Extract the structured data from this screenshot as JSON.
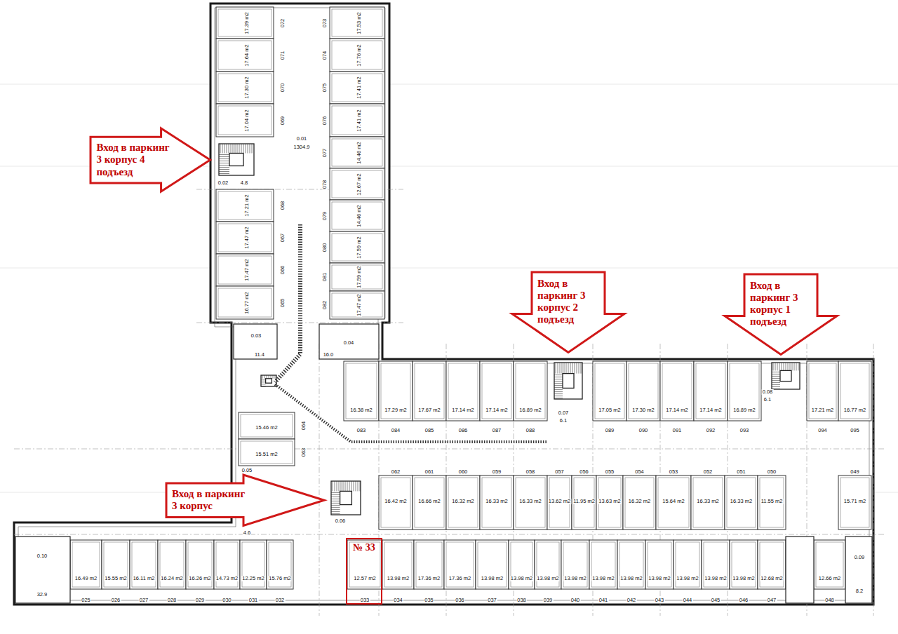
{
  "diagram": {
    "nodes": [
      {
        "text": [
          "Вход в паркинг 3 корпус 4 подъезд"
        ]
      },
      {
        "text": [
          "Вход в паркинг 3 корпус 2 подъезд"
        ]
      },
      {
        "text": [
          "Вход в паркинг 3 корпус 1 подъезд"
        ]
      },
      {
        "text": [
          "Вход в паркинг 3 корпус"
        ]
      },
      {
        "text": [
          "№ 33"
        ]
      }
    ],
    "labels": [
      "17.39 m2",
      "17.64 m2",
      "17.30 m2",
      "17.04 m2",
      "17.21 m2",
      "17.47 m2",
      "17.47 m2",
      "16.77 m2",
      "072",
      "071",
      "070",
      "069",
      "068",
      "067",
      "066",
      "065",
      "073",
      "074",
      "075",
      "076",
      "077",
      "078",
      "079",
      "080",
      "081",
      "082",
      "17.53 m2",
      "17.76 m2",
      "17.41 m2",
      "17.41 m2",
      "14.46 m2",
      "12.67 m2",
      "14.46 m2",
      "17.59 m2",
      "17.59 m2",
      "17.47 m2",
      "0.01",
      "1304.9",
      "0.02",
      "4.8",
      "0.03",
      "11.4",
      "0.04",
      "16.0",
      "16.38 m2",
      "17.29 m2",
      "17.67 m2",
      "17.14 m2",
      "17.14 m2",
      "16.89 m2",
      "17.05 m2",
      "17.30 m2",
      "17.14 m2",
      "17.14 m2",
      "16.89 m2",
      "17.21 m2",
      "16.77 m2",
      "083",
      "084",
      "085",
      "086",
      "087",
      "088",
      "089",
      "090",
      "091",
      "092",
      "093",
      "094",
      "095",
      "0.07",
      "6.1",
      "0.08",
      "6.1",
      "15.46 m2",
      "15.51 m2",
      "064",
      "063",
      "062",
      "061",
      "060",
      "059",
      "058",
      "057",
      "056",
      "055",
      "054",
      "053",
      "052",
      "051",
      "050",
      "049",
      "16.42 m2",
      "16.66 m2",
      "16.32 m2",
      "16.33 m2",
      "16.33 m2",
      "13.62 m2",
      "11.95 m2",
      "13.63 m2",
      "16.32 m2",
      "15.64 m2",
      "16.33 m2",
      "16.33 m2",
      "11.55 m2",
      "15.71 m2",
      "0.05",
      "0.06",
      "4.6",
      "16.49 m2",
      "15.55 m2",
      "16.11 m2",
      "16.24 m2",
      "16.26 m2",
      "14.73 m2",
      "12.25 m2",
      "15.76 m2",
      "12.57 m2",
      "13.98 m2",
      "17.36 m2",
      "17.36 m2",
      "13.98 m2",
      "13.98 m2",
      "13.98 m2",
      "13.98 m2",
      "13.98 m2",
      "13.98 m2",
      "13.98 m2",
      "13.98 m2",
      "13.98 m2",
      "13.98 m2",
      "12.68 m2",
      "12.66 m2",
      "025",
      "026",
      "027",
      "028",
      "029",
      "030",
      "031",
      "032",
      "033",
      "034",
      "035",
      "036",
      "037",
      "038",
      "039",
      "040",
      "041",
      "042",
      "043",
      "044",
      "045",
      "046",
      "047",
      "048",
      "0.10",
      "32.9",
      "0.09",
      "8.2"
    ]
  }
}
